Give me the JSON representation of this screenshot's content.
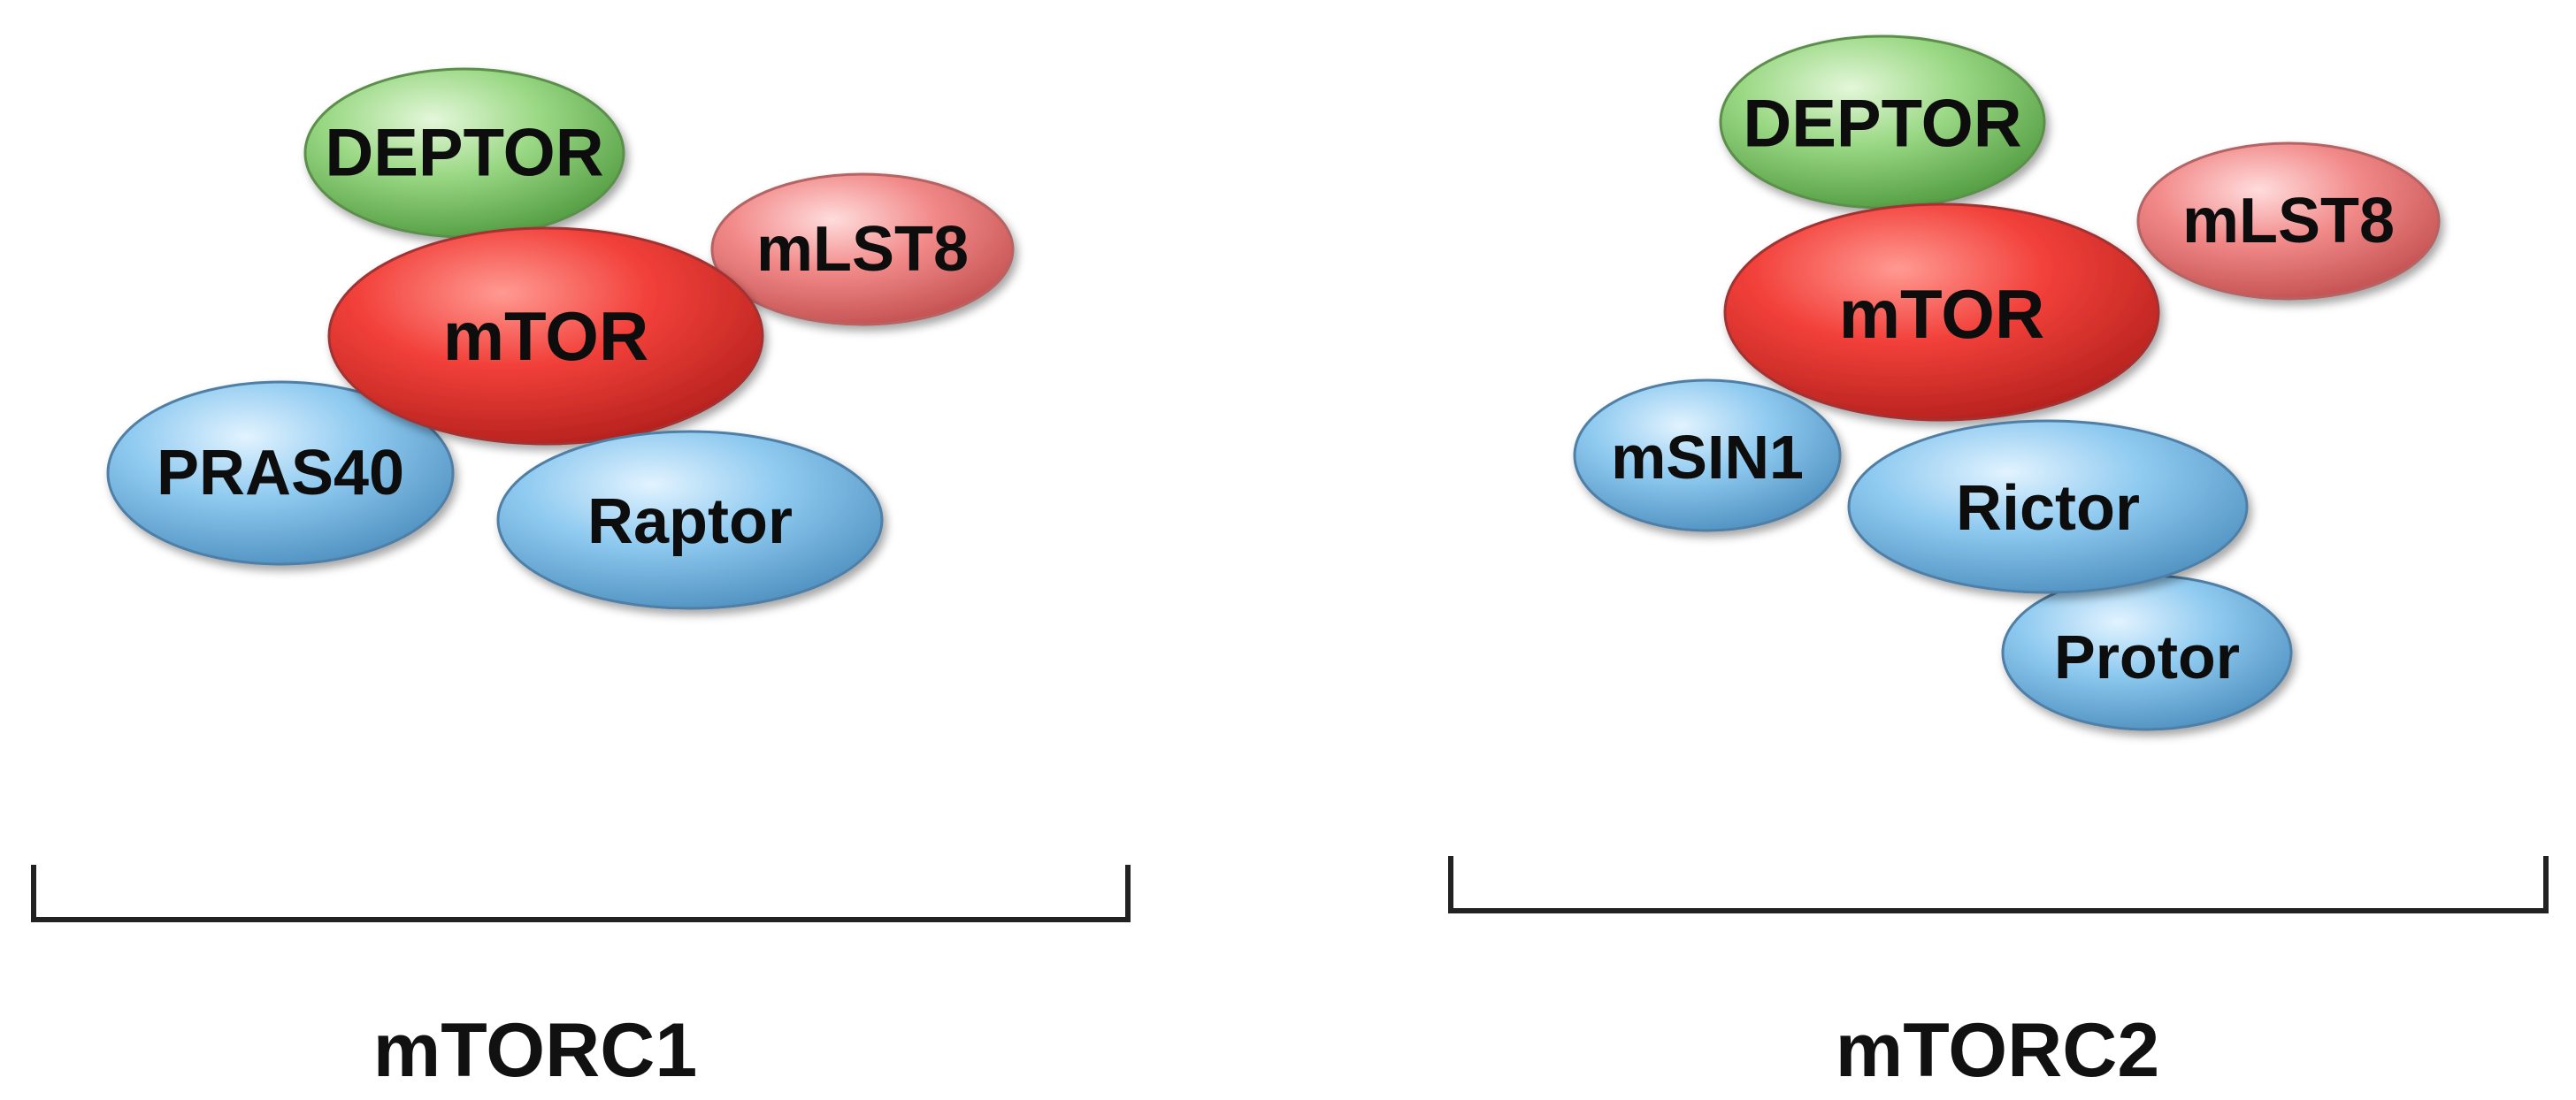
{
  "colors": {
    "green": "#8fd47a",
    "red": "#f2403a",
    "pink": "#f28a8a",
    "blue": "#8fcaf0",
    "bracket": "#222222"
  },
  "complexes": [
    {
      "name": "mTORC1",
      "proteins": [
        {
          "label": "DEPTOR",
          "color": "green"
        },
        {
          "label": "mLST8",
          "color": "pink"
        },
        {
          "label": "mTOR",
          "color": "red"
        },
        {
          "label": "PRAS40",
          "color": "blue"
        },
        {
          "label": "Raptor",
          "color": "blue"
        }
      ]
    },
    {
      "name": "mTORC2",
      "proteins": [
        {
          "label": "DEPTOR",
          "color": "green"
        },
        {
          "label": "mLST8",
          "color": "pink"
        },
        {
          "label": "mTOR",
          "color": "red"
        },
        {
          "label": "mSIN1",
          "color": "blue"
        },
        {
          "label": "Rictor",
          "color": "blue"
        },
        {
          "label": "Protor",
          "color": "blue"
        }
      ]
    }
  ]
}
